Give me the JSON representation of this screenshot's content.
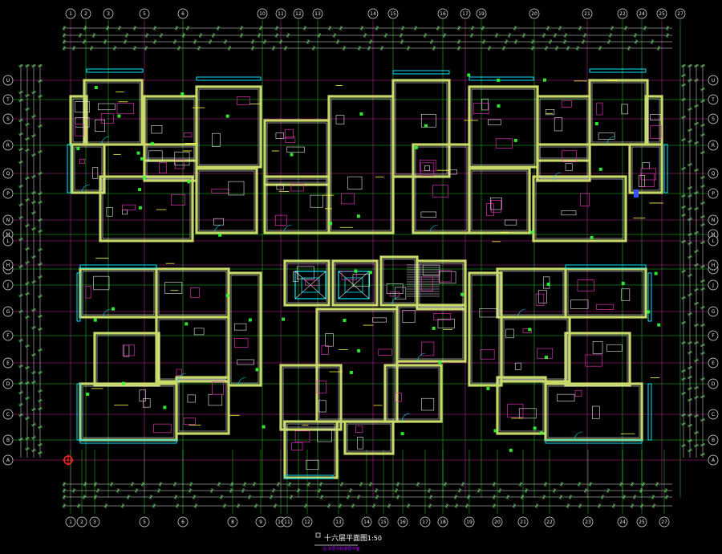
{
  "drawing": {
    "caption": "十六层平面图",
    "scale": "1:50",
    "note": "注:本层为标准层平面",
    "colors": {
      "background": "#000000",
      "wall": "#c8d96a",
      "cyan": "#00e5ff",
      "magenta": "#ff33cc",
      "green": "#33ff33",
      "white": "#e6e6e6",
      "yellow": "#ffff44",
      "blue": "#3355ff",
      "red": "#ff2222"
    },
    "grid_top": [
      "1",
      "2",
      "3",
      "5",
      "6",
      "10",
      "11",
      "12",
      "13",
      "14",
      "15",
      "16",
      "17",
      "19",
      "20",
      "21",
      "22",
      "24",
      "25",
      "27"
    ],
    "grid_bottom": [
      "1",
      "2",
      "3",
      "5",
      "6",
      "8",
      "9",
      "10",
      "11",
      "12",
      "13",
      "14",
      "15",
      "16",
      "17",
      "18",
      "19",
      "20",
      "21",
      "22",
      "23",
      "24",
      "25",
      "27"
    ],
    "grid_rows": [
      "U",
      "T",
      "S",
      "R",
      "Q",
      "P",
      "N",
      "M",
      "L",
      "K",
      "H",
      "J",
      "G",
      "F",
      "E",
      "D",
      "C",
      "B",
      "A"
    ]
  }
}
